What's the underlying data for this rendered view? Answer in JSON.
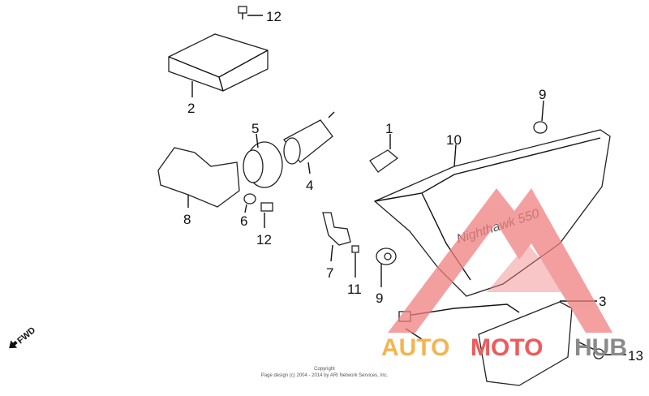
{
  "diagram": {
    "callouts": [
      "12",
      "2",
      "5",
      "4",
      "1",
      "10",
      "9",
      "8",
      "6",
      "12",
      "7",
      "11",
      "9",
      "3",
      "13"
    ],
    "direction_label": "FWD",
    "decal_text": "Nighthawk 550"
  },
  "copyright": {
    "line1": "Copyright",
    "line2": "Page design (c) 2004 - 2014 by ARI Network Services, Inc."
  },
  "watermark": {
    "part1": "AUTO",
    "part2": "MOTO",
    "part3": "HUB",
    "colors": {
      "auto": "#f4b450",
      "moto": "#ee5a5a",
      "hub": "#8a8a8a",
      "triangle": "#f08080"
    }
  }
}
